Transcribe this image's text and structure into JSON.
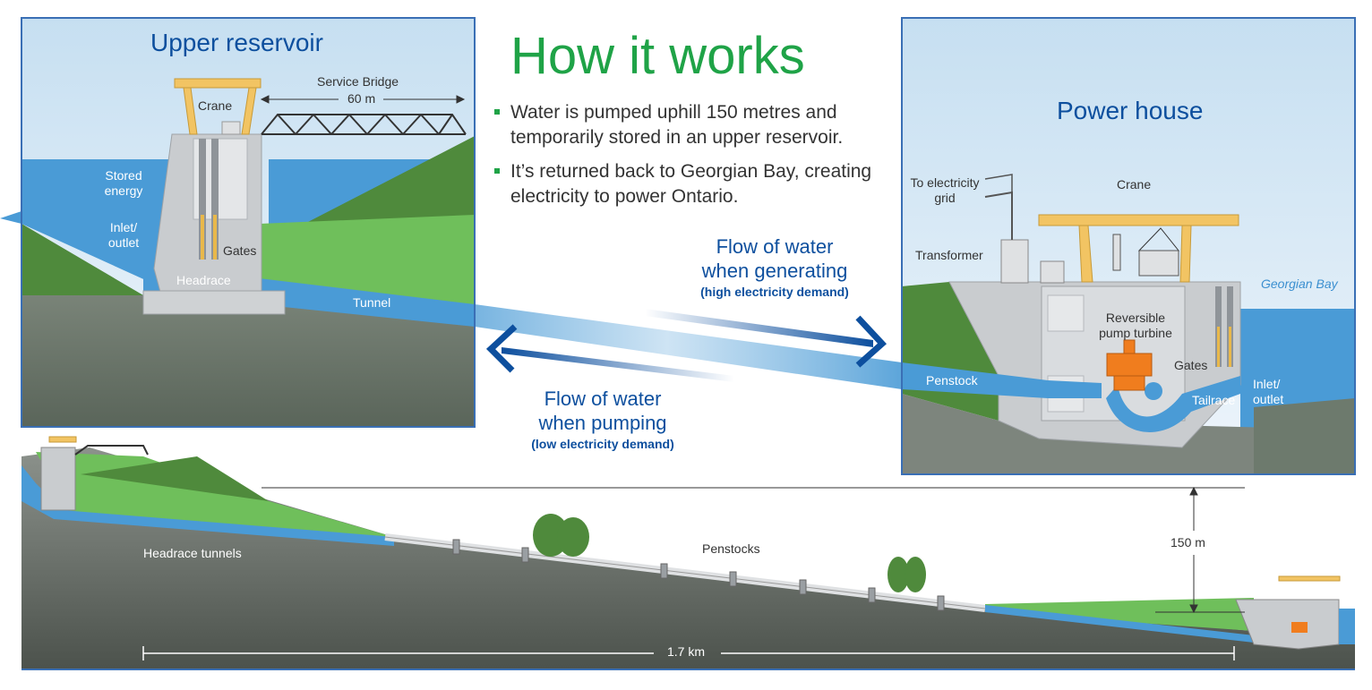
{
  "title": "How it works",
  "bullets": [
    "Water is pumped uphill 150 metres and temporarily stored in an upper reservoir.",
    "It’s returned back to Georgian Bay, creating electricity to power Ontario."
  ],
  "upper_reservoir": {
    "title": "Upper reservoir",
    "labels": {
      "crane": "Crane",
      "service_bridge": "Service Bridge",
      "bridge_length": "60 m",
      "stored_energy": "Stored energy",
      "inlet_outlet": "Inlet/ outlet",
      "gates": "Gates",
      "headrace": "Headrace",
      "tunnel": "Tunnel"
    }
  },
  "power_house": {
    "title": "Power house",
    "labels": {
      "to_grid": "To electricity grid",
      "crane": "Crane",
      "transformer": "Transformer",
      "georgian_bay": "Georgian Bay",
      "reversible_pump_turbine": "Reversible pump turbine",
      "gates": "Gates",
      "penstock": "Penstock",
      "tailrace": "Tailrace",
      "inlet_outlet": "Inlet/ outlet"
    }
  },
  "flows": {
    "generating": {
      "line1": "Flow of water",
      "line2": "when generating",
      "note": "(high electricity demand)"
    },
    "pumping": {
      "line1": "Flow of water",
      "line2": "when pumping",
      "note": "(low electricity demand)"
    }
  },
  "profile": {
    "headrace_tunnels": "Headrace tunnels",
    "penstocks": "Penstocks",
    "height": "150 m",
    "length": "1.7 km"
  },
  "colors": {
    "title_green": "#1fa347",
    "heading_blue": "#0d4f9e",
    "water": "#4a9bd6",
    "grass": "#6fbf5b",
    "hill": "#4f8a3c",
    "ground": "#6e7a6e",
    "crane": "#f2c463",
    "turbine": "#f07d1e",
    "frame": "#3a6fb5"
  }
}
